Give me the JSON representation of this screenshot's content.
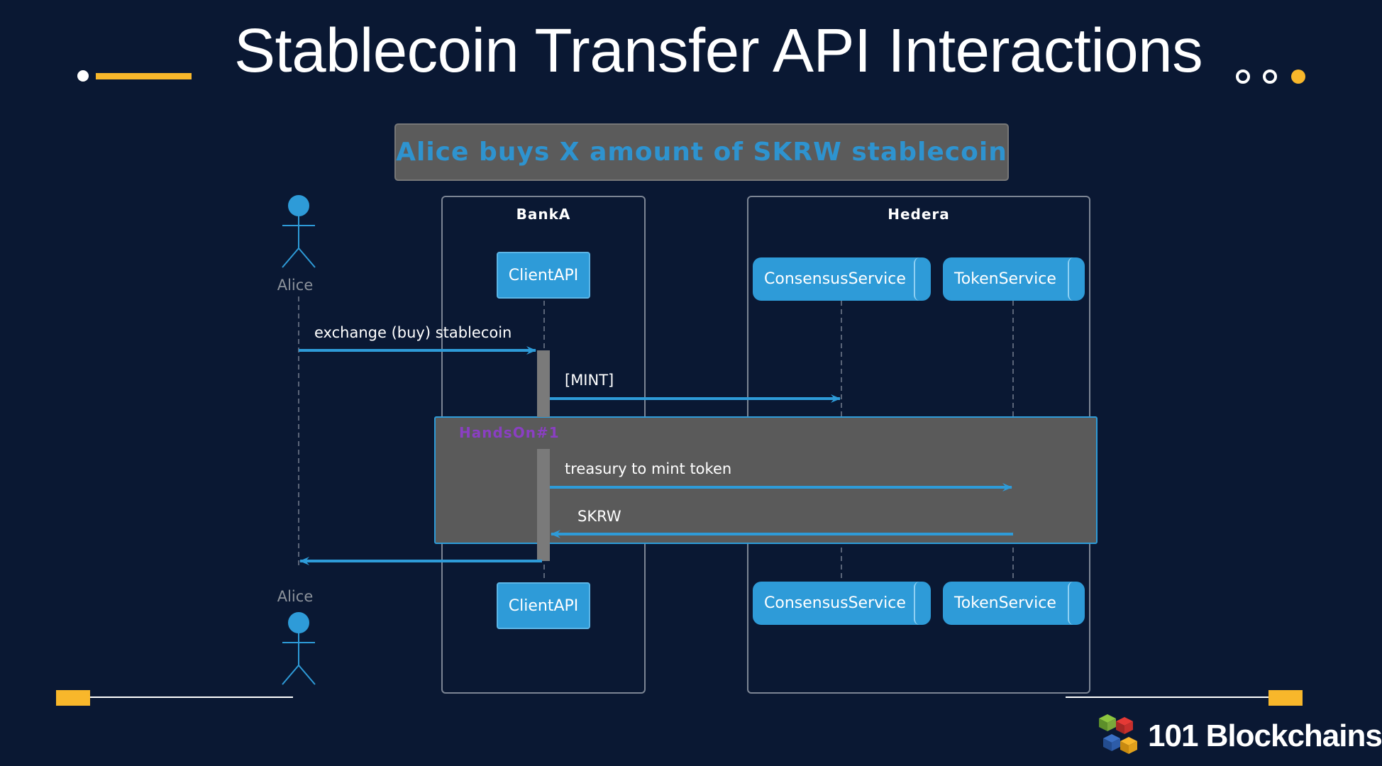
{
  "slide": {
    "title": "Stablecoin Transfer API Interactions",
    "brand": "101 Blockchains"
  },
  "diagram": {
    "title": "Alice buys X amount of SKRW stablecoin",
    "boxes": {
      "bank": "BankA",
      "hedera": "Hedera"
    },
    "participants": {
      "actor": "Alice",
      "client": "ClientAPI",
      "consensus": "ConsensusService",
      "token": "TokenService"
    },
    "group_label": "HandsOn#1",
    "messages": {
      "exchange": "exchange (buy) stablecoin",
      "mint": "[MINT]",
      "treasury": "treasury to mint token",
      "skrw": "SKRW"
    }
  },
  "colors": {
    "background": "#0a1833",
    "accent": "#f8b72b",
    "arrow": "#2e9bd8",
    "participant": "#2e9bd8",
    "group_fill": "#5a5a5a",
    "group_label": "#8a3fc2"
  }
}
